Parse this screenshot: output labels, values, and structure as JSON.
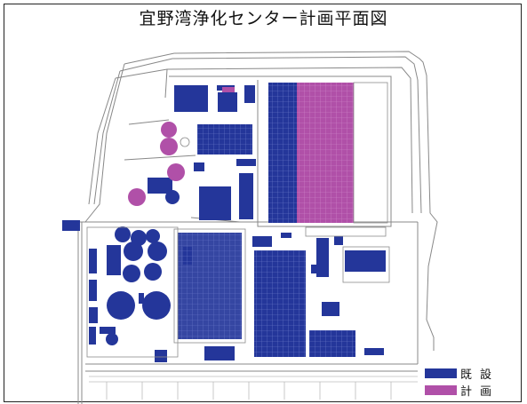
{
  "title": "宜野湾浄化センター計画平面図",
  "legend": [
    {
      "label": "既設",
      "color": "#24369a"
    },
    {
      "label": "計画",
      "color": "#b050a8"
    }
  ],
  "colors": {
    "existing": "#24369a",
    "planned": "#b050a8",
    "line": "#999999",
    "background": "#ffffff"
  }
}
